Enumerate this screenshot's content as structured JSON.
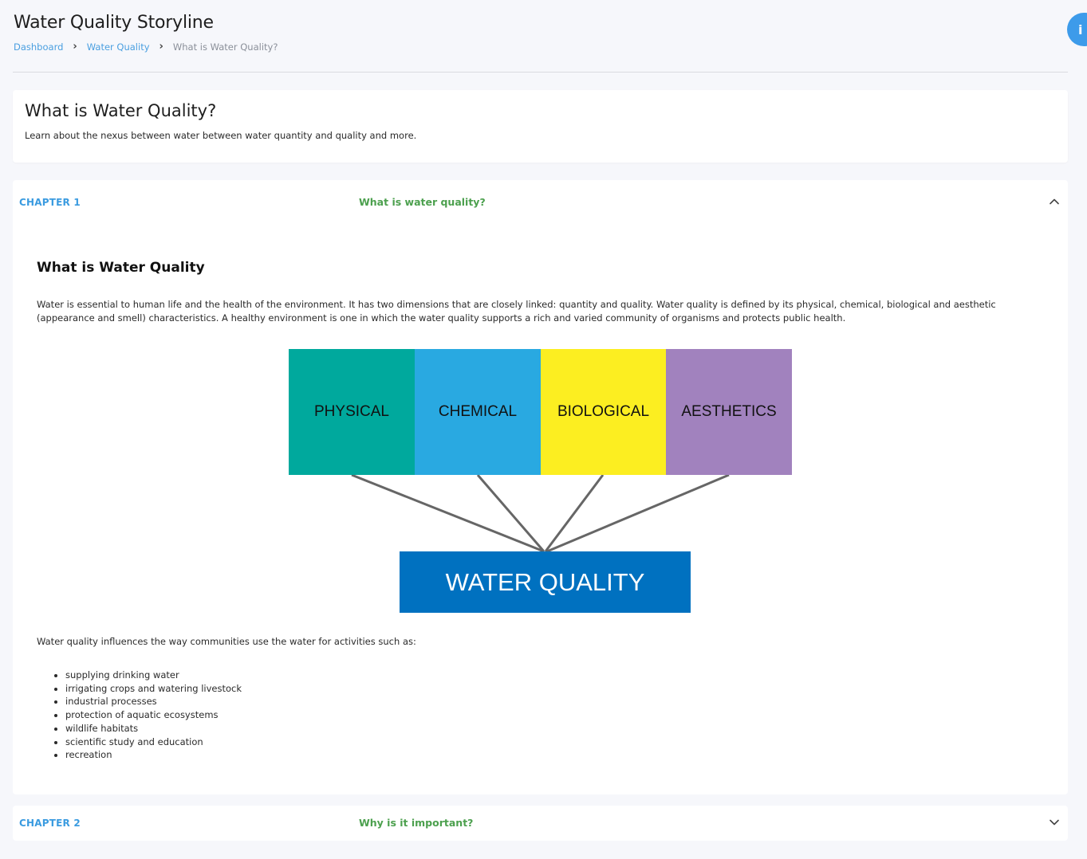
{
  "header": {
    "title": "Water Quality Storyline",
    "breadcrumb": {
      "dashboard": "Dashboard",
      "water_quality": "Water Quality",
      "current": "What is Water Quality?"
    },
    "info_button_glyph": "i"
  },
  "intro": {
    "title": "What is Water Quality?",
    "description": "Learn about the nexus between water between water quantity and quality and more."
  },
  "chapters": [
    {
      "number": "CHAPTER 1",
      "title": "What is water quality?",
      "expanded": true,
      "content": {
        "heading": "What is Water Quality",
        "paragraph": "Water is essential to human life and the health of the environment. It has two dimensions that are closely linked: quantity and quality. Water quality is defined by its physical, chemical, biological and aesthetic (appearance and smell) characteristics. A healthy environment is one in which the water quality supports a rich and varied community of organisms and protects public health.",
        "diagram": {
          "dimensions": [
            {
              "label": "PHYSICAL",
              "color": "#00a99d"
            },
            {
              "label": "CHEMICAL",
              "color": "#29a9e1"
            },
            {
              "label": "BIOLOGICAL",
              "color": "#fcee21"
            },
            {
              "label": "AESTHETICS",
              "color": "#a182be"
            }
          ],
          "center_label": "WATER QUALITY",
          "center_color": "#0071c0"
        },
        "uses_intro": "Water quality influences the way communities use the water for activities such as:",
        "uses": [
          "supplying drinking water",
          "irrigating crops and watering livestock",
          "industrial processes",
          "protection of aquatic ecosystems",
          "wildlife habitats",
          "scientific study and education",
          "recreation"
        ]
      }
    },
    {
      "number": "CHAPTER 2",
      "title": "Why is it important?",
      "expanded": false
    }
  ],
  "colors": {
    "accent_blue": "#3a9be0",
    "chapter_title_green": "#4ca04e",
    "background": "#f6f7fb"
  }
}
